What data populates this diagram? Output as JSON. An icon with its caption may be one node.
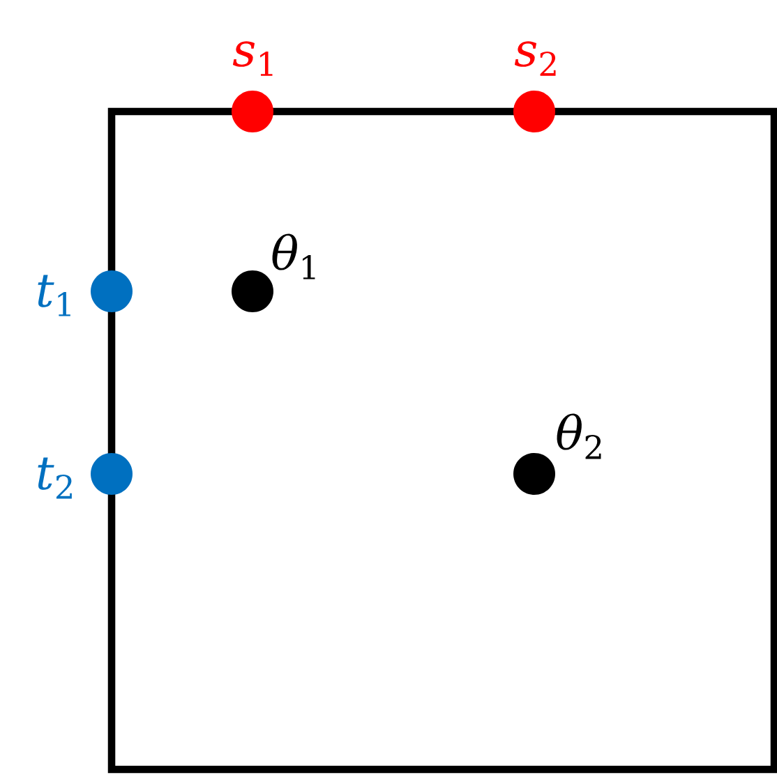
{
  "diagram": {
    "nodes": [
      {
        "text": [],
        "shape": "box"
      },
      {
        "text": [],
        "shape": "circle",
        "beside": [
          "*s*$_{1}$"
        ]
      },
      {
        "text": [],
        "shape": "circle",
        "beside": [
          "*s*$_{2}$"
        ]
      },
      {
        "text": [],
        "shape": "circle",
        "beside": [
          "*t*$_{1}$"
        ]
      },
      {
        "text": [],
        "shape": "circle",
        "beside": [
          "*t*$_{2}$"
        ]
      },
      {
        "text": [],
        "shape": "circle",
        "beside": [
          "*θ*$_{1}$"
        ],
        "in": 0
      },
      {
        "text": [],
        "shape": "circle",
        "beside": [
          "*θ*$_{2}$"
        ],
        "in": 0
      }
    ]
  }
}
